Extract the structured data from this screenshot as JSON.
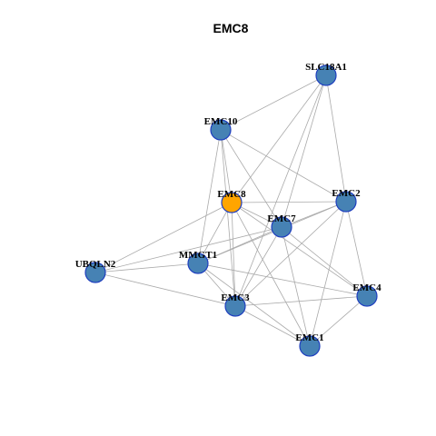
{
  "title": "EMC8",
  "colors": {
    "background": "#ffffff",
    "node_default": "#4682b4",
    "node_highlight": "#ffa500",
    "node_stroke": "#1f3fbf",
    "edge": "#aaaaaa"
  },
  "nodes": [
    {
      "id": "SLC18A1",
      "label": "SLC18A1",
      "highlight": false
    },
    {
      "id": "EMC10",
      "label": "EMC10",
      "highlight": false
    },
    {
      "id": "EMC8",
      "label": "EMC8",
      "highlight": true
    },
    {
      "id": "EMC2",
      "label": "EMC2",
      "highlight": false
    },
    {
      "id": "EMC7",
      "label": "EMC7",
      "highlight": false
    },
    {
      "id": "UBQLN2",
      "label": "UBQLN2",
      "highlight": false
    },
    {
      "id": "MMGT1",
      "label": "MMGT1",
      "highlight": false
    },
    {
      "id": "EMC4",
      "label": "EMC4",
      "highlight": false
    },
    {
      "id": "EMC3",
      "label": "EMC3",
      "highlight": false
    },
    {
      "id": "EMC1",
      "label": "EMC1",
      "highlight": false
    }
  ],
  "edges": [
    [
      "SLC18A1",
      "EMC10"
    ],
    [
      "SLC18A1",
      "EMC8"
    ],
    [
      "SLC18A1",
      "EMC7"
    ],
    [
      "SLC18A1",
      "EMC2"
    ],
    [
      "SLC18A1",
      "EMC3"
    ],
    [
      "EMC10",
      "EMC8"
    ],
    [
      "EMC10",
      "EMC7"
    ],
    [
      "EMC10",
      "EMC2"
    ],
    [
      "EMC10",
      "MMGT1"
    ],
    [
      "EMC10",
      "EMC3"
    ],
    [
      "EMC8",
      "EMC2"
    ],
    [
      "EMC8",
      "EMC7"
    ],
    [
      "EMC8",
      "UBQLN2"
    ],
    [
      "EMC8",
      "MMGT1"
    ],
    [
      "EMC8",
      "EMC3"
    ],
    [
      "EMC8",
      "EMC4"
    ],
    [
      "EMC8",
      "EMC1"
    ],
    [
      "EMC2",
      "EMC7"
    ],
    [
      "EMC2",
      "MMGT1"
    ],
    [
      "EMC2",
      "EMC3"
    ],
    [
      "EMC2",
      "EMC4"
    ],
    [
      "EMC2",
      "EMC1"
    ],
    [
      "EMC7",
      "MMGT1"
    ],
    [
      "EMC7",
      "EMC3"
    ],
    [
      "EMC7",
      "EMC4"
    ],
    [
      "EMC7",
      "EMC1"
    ],
    [
      "EMC7",
      "UBQLN2"
    ],
    [
      "UBQLN2",
      "MMGT1"
    ],
    [
      "UBQLN2",
      "EMC3"
    ],
    [
      "MMGT1",
      "EMC3"
    ],
    [
      "MMGT1",
      "EMC4"
    ],
    [
      "MMGT1",
      "EMC1"
    ],
    [
      "EMC3",
      "EMC1"
    ],
    [
      "EMC3",
      "EMC4"
    ],
    [
      "EMC4",
      "EMC1"
    ]
  ]
}
